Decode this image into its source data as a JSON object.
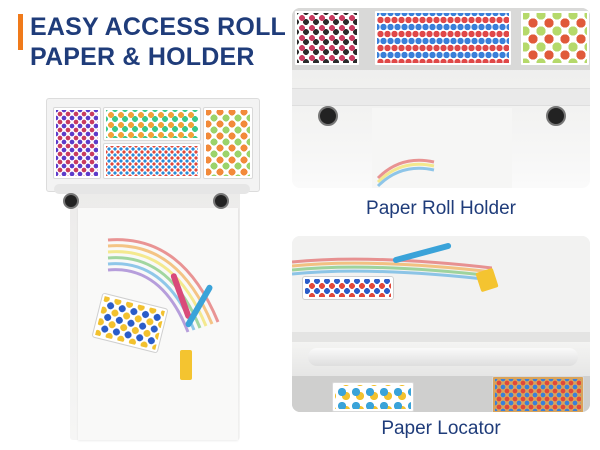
{
  "title": {
    "line1": "EASY ACCESS ROLL",
    "line2": "PAPER & HOLDER",
    "accent_color": "#f07a1a",
    "text_color": "#1f3c7a"
  },
  "captions": {
    "top": "Paper Roll Holder",
    "bottom": "Paper Locator"
  }
}
